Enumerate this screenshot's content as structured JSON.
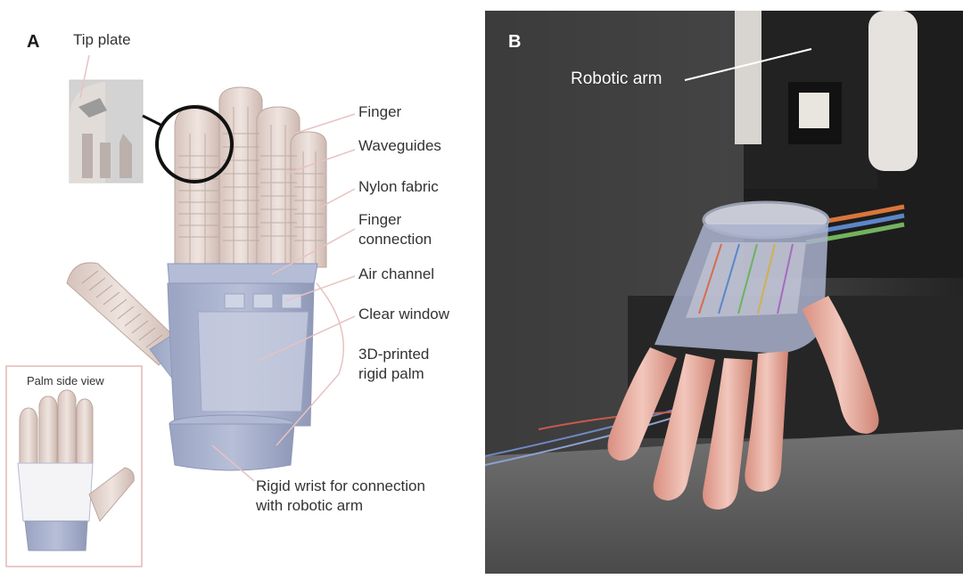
{
  "panel_a": {
    "letter": "A",
    "labels": {
      "tip_plate": "Tip plate",
      "finger": "Finger",
      "waveguides": "Waveguides",
      "nylon_fabric": "Nylon fabric",
      "finger_connection": "Finger\nconnection",
      "air_channel": "Air channel",
      "clear_window": "Clear window",
      "rigid_palm": "3D-printed\nrigid palm",
      "rigid_wrist": "Rigid wrist for connection\nwith robotic arm"
    },
    "inset_title": "Palm side view"
  },
  "panel_b": {
    "letter": "B",
    "labels": {
      "robotic_arm": "Robotic arm"
    }
  },
  "colors": {
    "finger_fill": "#e3d3cc",
    "finger_band": "#b8a29a",
    "palm_blue": "#a8b1cc",
    "palm_dark": "#8e98b8",
    "inset_border": "#e3b7b7",
    "leader": "#e7c2c2",
    "photo_bg": "#3c3c3c",
    "photo_table": "#5f5f5f",
    "skin": "#e8b2a6"
  }
}
